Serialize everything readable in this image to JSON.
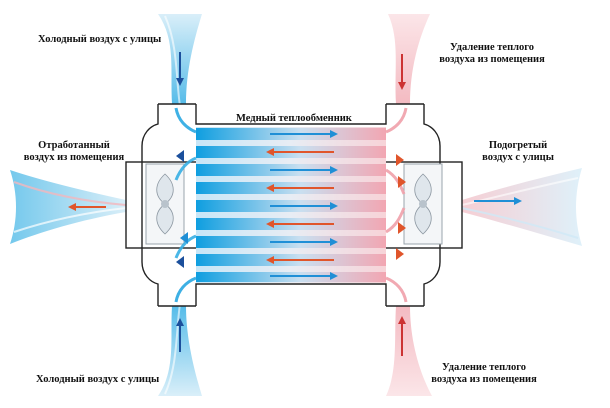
{
  "labels": {
    "cold_air_top": "Холодный воздух с улицы",
    "warm_removal_top_1": "Удаление теплого",
    "warm_removal_top_2": "воздуха из помещения",
    "exchanger": "Медный теплообменник",
    "exhaust_1": "Отработанный",
    "exhaust_2": "воздух из помещения",
    "heated_1": "Подогретый",
    "heated_2": "воздух с улицы",
    "cold_air_bottom": "Холодный воздух с улицы",
    "warm_removal_bottom_1": "Удаление теплого",
    "warm_removal_bottom_2": "воздуха из помещения"
  },
  "colors": {
    "cold_air": "#29a9e0",
    "warm_air": "#e8838c",
    "cold_arrow": "#1f8fd6",
    "warm_arrow": "#e0552b",
    "warm_inlet_arrow": "#cc3333",
    "outline": "#222222"
  },
  "icons": {
    "fan_left": "fan-icon",
    "fan_right": "fan-icon"
  }
}
